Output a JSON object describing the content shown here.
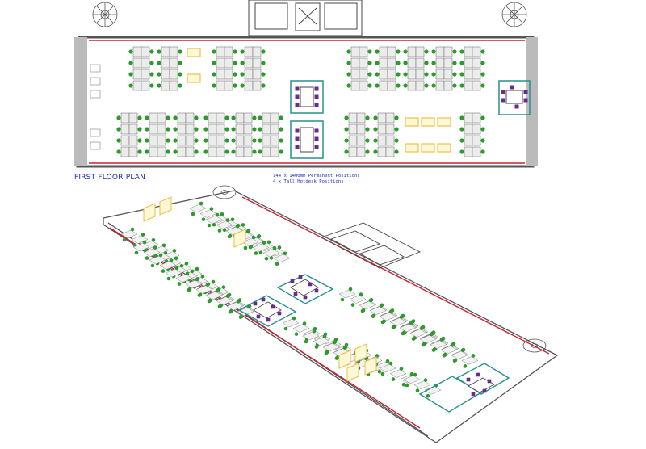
{
  "plan": {
    "title": "FIRST FLOOR PLAN",
    "notes": [
      "144 x 1400mm Permanent Positions",
      "4 x Tall Hotdesk Positions"
    ]
  },
  "colors": {
    "wall": "#555555",
    "window_red": "#cc2233",
    "desk": "#d8d8d8",
    "chair_green": "#2e9a2e",
    "meeting_purple": "#6b2a8c",
    "meeting_room_teal": "#2a8f8f",
    "hotdesk_yellow": "#e8c14a",
    "text_blue": "#1c2fb8"
  }
}
